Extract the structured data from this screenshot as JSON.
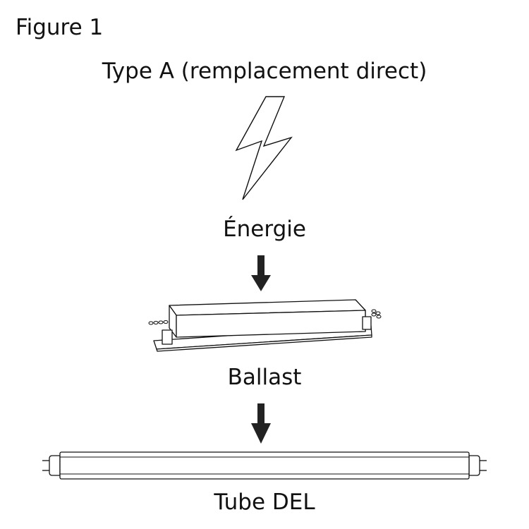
{
  "figure": {
    "label": "Figure 1",
    "title": "Type A (remplacement direct)"
  },
  "nodes": [
    {
      "label": "Énergie",
      "icon": "lightning-bolt-icon"
    },
    {
      "label": "Ballast",
      "icon": "ballast-icon"
    },
    {
      "label": "Tube DEL",
      "icon": "led-tube-icon"
    }
  ],
  "colors": {
    "ink": "#111111",
    "arrow": "#222222",
    "background": "#ffffff"
  }
}
